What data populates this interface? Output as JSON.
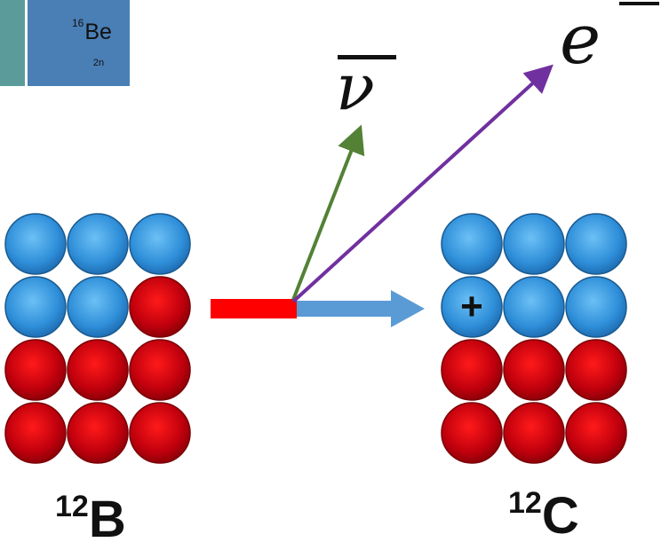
{
  "tile": {
    "mass": "16",
    "symbol": "Be",
    "sub": "2n"
  },
  "labels": {
    "left_mass": "12",
    "left_element": "B",
    "right_mass": "12",
    "right_element": "C",
    "plus": "+",
    "antineutrino": "ν",
    "electron": "e"
  },
  "colors": {
    "proton": "#c0000d",
    "neutron": "#2f8fd9",
    "neutrino_arrow": "#538135",
    "electron_arrow": "#7030a0",
    "recoil_arrow": "#5b9bd5",
    "bar": "#ff0000"
  },
  "nucleus_left": [
    [
      "neutron",
      "neutron",
      "neutron"
    ],
    [
      "neutron",
      "neutron",
      "proton"
    ],
    [
      "proton",
      "proton",
      "proton"
    ],
    [
      "proton",
      "proton",
      "proton"
    ]
  ],
  "nucleus_right": [
    [
      "neutron",
      "neutron",
      "neutron"
    ],
    [
      "neutron-plus",
      "neutron",
      "neutron"
    ],
    [
      "proton",
      "proton",
      "proton"
    ],
    [
      "proton",
      "proton",
      "proton"
    ]
  ]
}
